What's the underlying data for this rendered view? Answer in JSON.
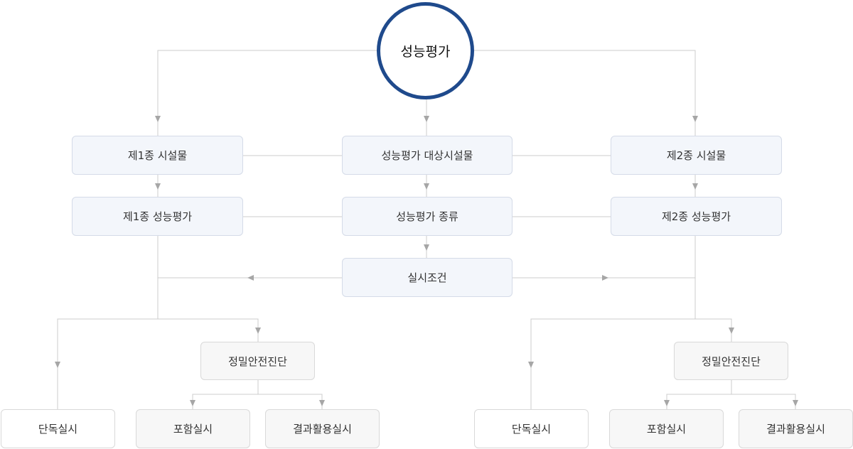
{
  "colors": {
    "root_border": "#1f4a8c",
    "line": "#cccccc",
    "arrow": "#a6a6a6",
    "node_fill": "#f3f6fb"
  },
  "root": {
    "label": "성능평가"
  },
  "center": {
    "target": "성능평가 대상시설물",
    "types": "성능평가 종류",
    "conditions": "실시조건"
  },
  "left": {
    "facility": "제1종 시설물",
    "evaluation": "제1종 성능평가",
    "detailed": "정밀안전진단",
    "standalone": "단독실시",
    "included": "포함실시",
    "result_use": "결과활용실시"
  },
  "right": {
    "facility": "제2종 시설물",
    "evaluation": "제2종 성능평가",
    "detailed": "정밀안전진단",
    "standalone": "단독실시",
    "included": "포함실시",
    "result_use": "결과활용실시"
  }
}
